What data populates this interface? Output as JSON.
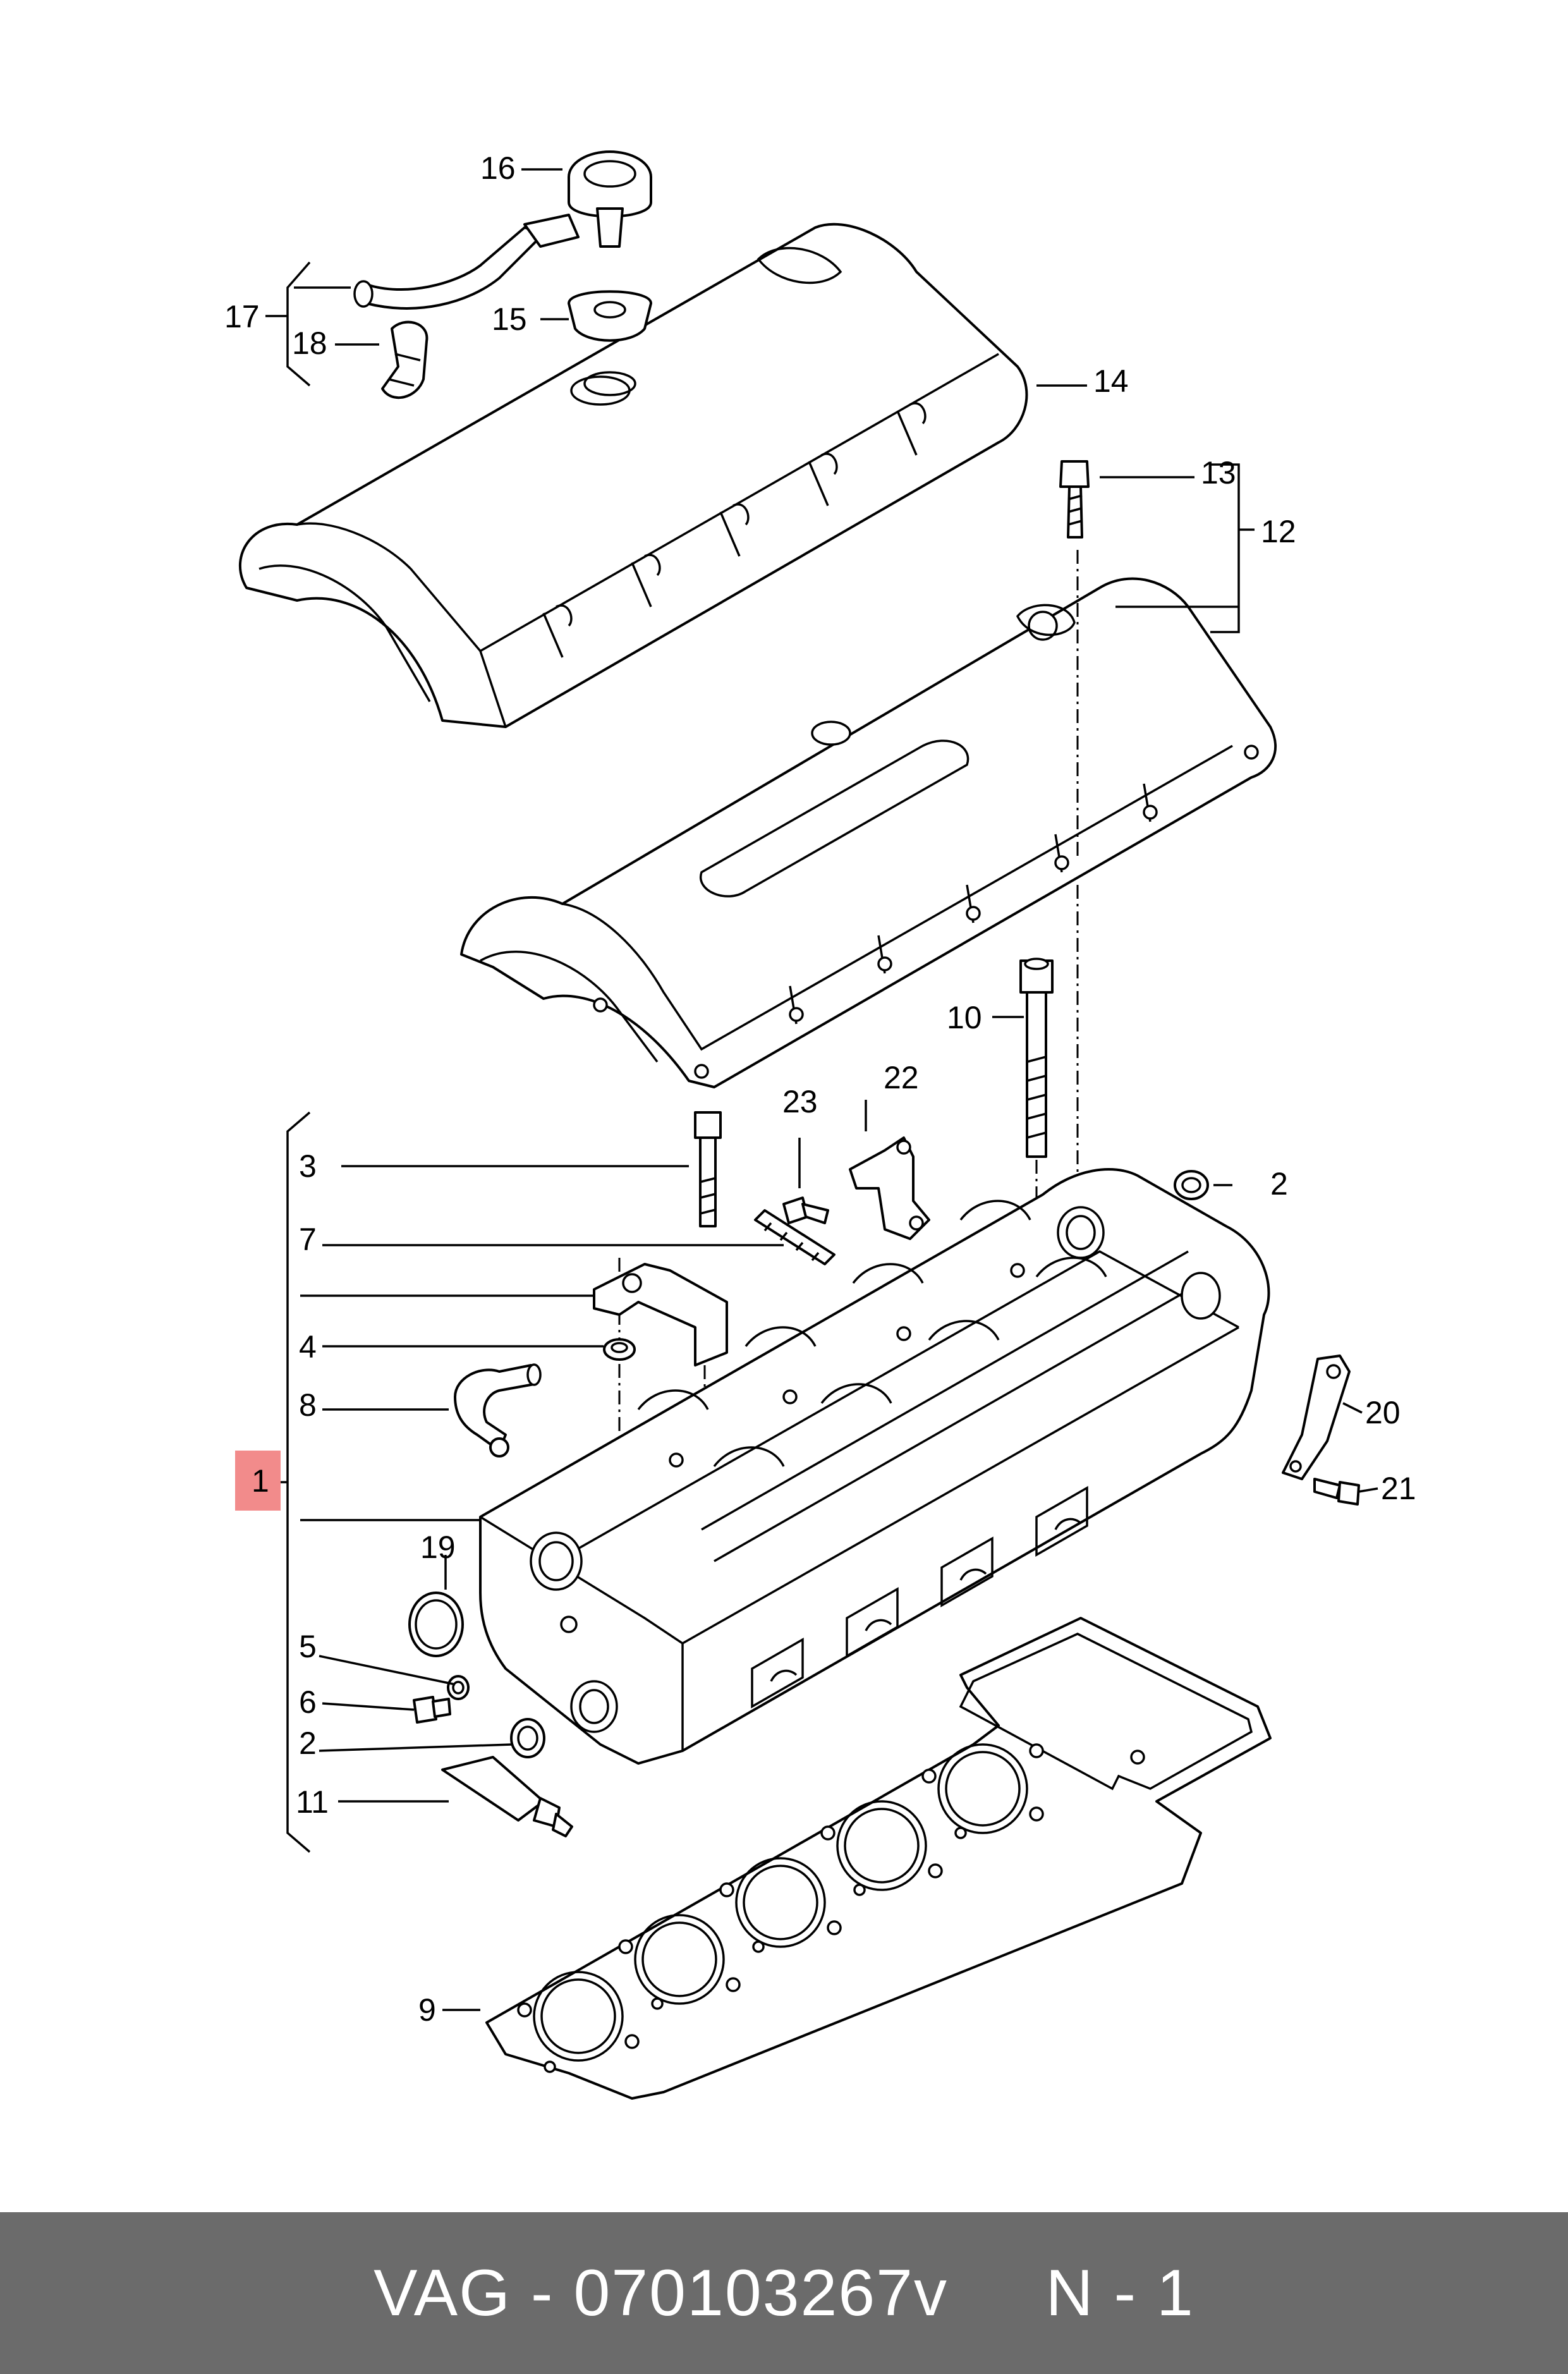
{
  "footer": {
    "brand": "VAG",
    "sep1": " - ",
    "part_number": "070103267v",
    "gap": "     ",
    "note": "N - 1"
  },
  "callouts": {
    "c1": "1",
    "c2a": "2",
    "c2b": "2",
    "c3": "3",
    "c4": "4",
    "c5": "5",
    "c6": "6",
    "c7": "7",
    "c8": "8",
    "c9": "9",
    "c10": "10",
    "c11": "11",
    "c12": "12",
    "c13": "13",
    "c14": "14",
    "c15": "15",
    "c16": "16",
    "c17": "17",
    "c18": "18",
    "c19": "19",
    "c20": "20",
    "c21": "21",
    "c22": "22",
    "c23": "23"
  },
  "colors": {
    "footer_bg": "#6b6b6b",
    "highlight": "#f28b8b"
  }
}
